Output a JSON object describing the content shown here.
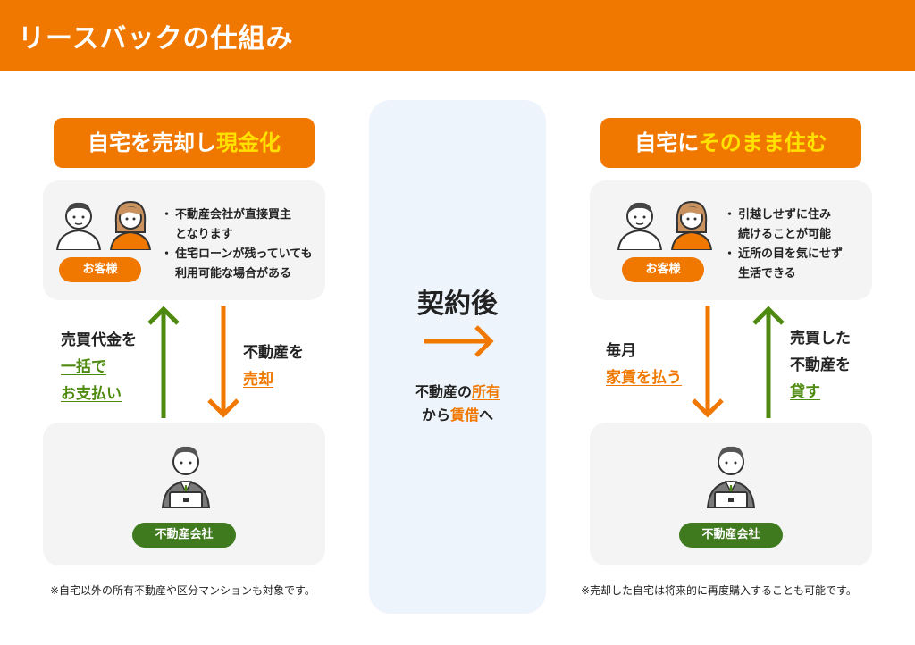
{
  "header": {
    "title": "リースバックの仕組み"
  },
  "left": {
    "heading_plain": "自宅を売却し",
    "heading_highlight": "現金化",
    "customer_badge": "お客様",
    "bullets": [
      "不動産会社が直接買主",
      "となります",
      "住宅ローンが残っていても",
      "利用可能な場合がある"
    ],
    "up_label": [
      "売買代金を",
      "一括で",
      "お支払い"
    ],
    "down_label": [
      "不動産を",
      "売却"
    ],
    "company_badge": "不動産会社",
    "note": "※自宅以外の所有不動産や区分マンションも対象です。"
  },
  "center": {
    "title": "契約後",
    "line1_plain": "不動産の",
    "line1_highlight": "所有",
    "line2_plain_a": "から",
    "line2_highlight": "賃借",
    "line2_plain_b": "へ"
  },
  "right": {
    "heading_plain": "自宅に",
    "heading_highlight": "そのまま住む",
    "customer_badge": "お客様",
    "bullets": [
      "引越しせずに住み",
      "続けることが可能",
      "近所の目を気にせず",
      "生活できる"
    ],
    "down_label": [
      "毎月",
      "家賃を払う"
    ],
    "up_label": [
      "売買した",
      "不動産を",
      "貸す"
    ],
    "company_badge": "不動産会社",
    "note": "※売却した自宅は将来的に再度購入することも可能です。"
  },
  "colors": {
    "orange": "#f07800",
    "green": "#4f8a10",
    "yellow": "#ffe100",
    "card": "#f4f4f4",
    "center_panel": "#eef4fb"
  }
}
